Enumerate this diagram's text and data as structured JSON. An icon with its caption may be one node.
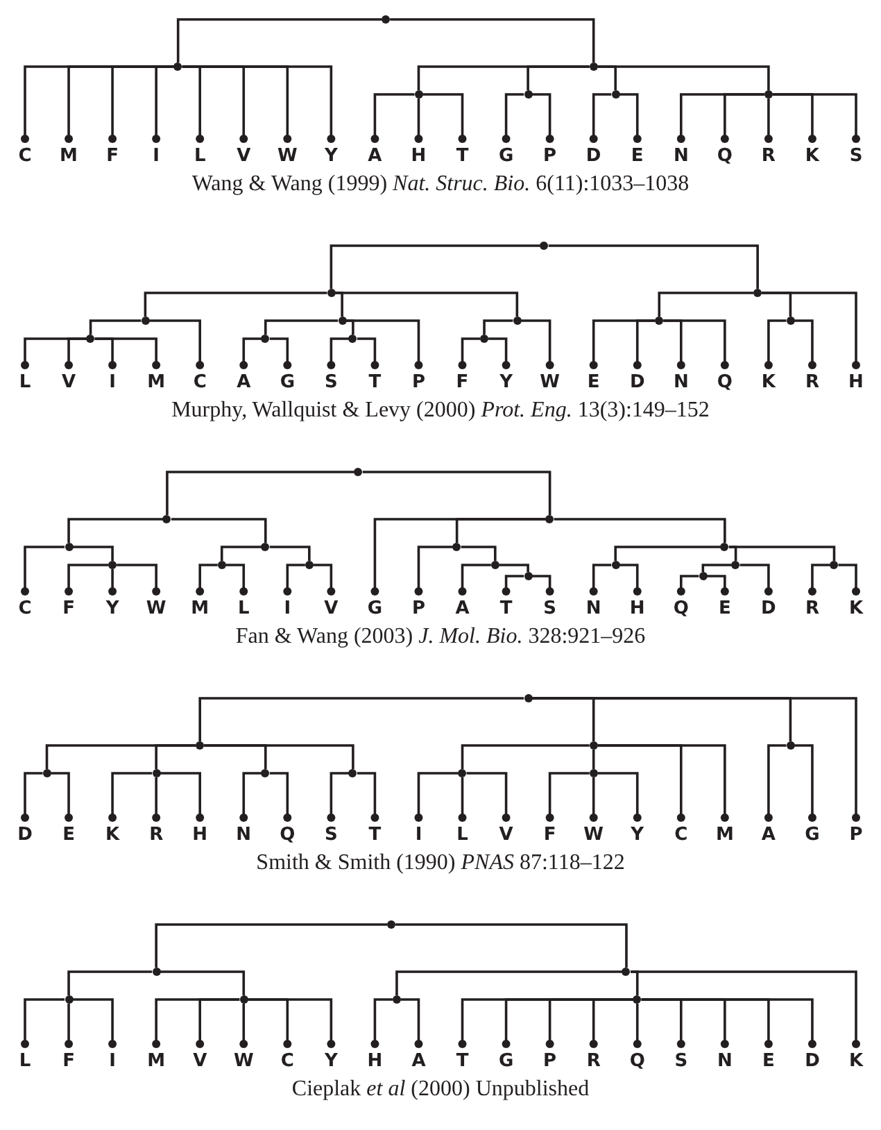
{
  "diagram": {
    "nodes": [
      {
        "text": [],
        "shape": "circle"
      },
      {
        "text": [],
        "shape": "circle"
      },
      {
        "text": [],
        "shape": "circle"
      },
      {
        "text": [],
        "shape": "circle"
      },
      {
        "text": [],
        "shape": "circle"
      },
      {
        "text": [],
        "shape": "circle"
      },
      {
        "text": [],
        "shape": "circle"
      },
      {
        "text": [
          "C"
        ]
      },
      {
        "text": [
          "M"
        ]
      },
      {
        "text": [
          "F"
        ]
      },
      {
        "text": [
          "I"
        ]
      },
      {
        "text": [
          "L"
        ]
      },
      {
        "text": [
          "V"
        ]
      },
      {
        "text": [
          "W"
        ]
      },
      {
        "text": [
          "Y"
        ]
      },
      {
        "text": [
          "A"
        ]
      },
      {
        "text": [
          "H"
        ]
      },
      {
        "text": [
          "T"
        ]
      },
      {
        "text": [
          "G"
        ]
      },
      {
        "text": [
          "P"
        ]
      },
      {
        "text": [
          "D"
        ]
      },
      {
        "text": [
          "E"
        ]
      },
      {
        "text": [
          "N"
        ]
      },
      {
        "text": [
          "Q"
        ]
      },
      {
        "text": [
          "R"
        ]
      },
      {
        "text": [
          "K"
        ]
      },
      {
        "text": [
          "S"
        ]
      },
      {
        "text": [],
        "shape": "circle"
      },
      {
        "text": [],
        "shape": "circle"
      },
      {
        "text": [],
        "shape": "circle"
      },
      {
        "text": [],
        "shape": "circle"
      },
      {
        "text": [],
        "shape": "circle"
      },
      {
        "text": [],
        "shape": "circle"
      },
      {
        "text": [],
        "shape": "circle"
      },
      {
        "text": [],
        "shape": "circle"
      },
      {
        "text": [],
        "shape": "circle"
      },
      {
        "text": [],
        "shape": "circle"
      },
      {
        "text": [],
        "shape": "circle"
      },
      {
        "text": [],
        "shape": "circle"
      },
      {
        "text": [
          "L"
        ]
      },
      {
        "text": [
          "V"
        ]
      },
      {
        "text": [
          "I"
        ]
      },
      {
        "text": [
          "M"
        ]
      },
      {
        "text": [
          "C"
        ]
      },
      {
        "text": [
          "A"
        ]
      },
      {
        "text": [
          "G"
        ]
      },
      {
        "text": [
          "S"
        ]
      },
      {
        "text": [
          "T"
        ]
      },
      {
        "text": [
          "P"
        ]
      },
      {
        "text": [
          "F"
        ]
      },
      {
        "text": [
          "Y"
        ]
      },
      {
        "text": [
          "W"
        ]
      },
      {
        "text": [
          "E"
        ]
      },
      {
        "text": [
          "D"
        ]
      },
      {
        "text": [
          "N"
        ]
      },
      {
        "text": [
          "Q"
        ]
      },
      {
        "text": [
          "K"
        ]
      },
      {
        "text": [
          "R"
        ]
      },
      {
        "text": [
          "H"
        ]
      },
      {
        "text": [],
        "shape": "circle"
      },
      {
        "text": [],
        "shape": "circle"
      },
      {
        "text": [],
        "shape": "circle"
      },
      {
        "text": [],
        "shape": "circle"
      },
      {
        "text": [],
        "shape": "circle"
      },
      {
        "text": [],
        "shape": "circle"
      },
      {
        "text": [],
        "shape": "circle"
      },
      {
        "text": [],
        "shape": "circle"
      },
      {
        "text": [],
        "shape": "circle"
      },
      {
        "text": [],
        "shape": "circle"
      },
      {
        "text": [],
        "shape": "circle"
      },
      {
        "text": [],
        "shape": "circle"
      },
      {
        "text": [],
        "shape": "circle"
      },
      {
        "text": [],
        "shape": "circle"
      },
      {
        "text": [],
        "shape": "circle"
      },
      {
        "text": [],
        "shape": "circle"
      },
      {
        "text": [
          "C"
        ]
      },
      {
        "text": [
          "F"
        ]
      },
      {
        "text": [
          "Y"
        ]
      },
      {
        "text": [
          "W"
        ]
      },
      {
        "text": [
          "M"
        ]
      },
      {
        "text": [
          "L"
        ]
      },
      {
        "text": [
          "I"
        ]
      },
      {
        "text": [
          "V"
        ]
      },
      {
        "text": [
          "G"
        ]
      },
      {
        "text": [
          "P"
        ]
      },
      {
        "text": [
          "A"
        ]
      },
      {
        "text": [
          "T"
        ]
      },
      {
        "text": [
          "S"
        ]
      },
      {
        "text": [
          "N"
        ]
      },
      {
        "text": [
          "H"
        ]
      },
      {
        "text": [
          "Q"
        ]
      },
      {
        "text": [
          "E"
        ]
      },
      {
        "text": [
          "D"
        ]
      },
      {
        "text": [
          "R"
        ]
      },
      {
        "text": [
          "K"
        ]
      },
      {
        "text": [],
        "shape": "circle"
      },
      {
        "text": [],
        "shape": "circle"
      },
      {
        "text": [],
        "shape": "circle"
      },
      {
        "text": [],
        "shape": "circle"
      },
      {
        "text": [],
        "shape": "circle"
      },
      {
        "text": [],
        "shape": "circle"
      },
      {
        "text": [],
        "shape": "circle"
      },
      {
        "text": [],
        "shape": "circle"
      },
      {
        "text": [],
        "shape": "circle"
      },
      {
        "text": [],
        "shape": "circle"
      },
      {
        "text": [
          "D"
        ]
      },
      {
        "text": [
          "E"
        ]
      },
      {
        "text": [
          "K"
        ]
      },
      {
        "text": [
          "R"
        ]
      },
      {
        "text": [
          "H"
        ]
      },
      {
        "text": [
          "N"
        ]
      },
      {
        "text": [
          "Q"
        ]
      },
      {
        "text": [
          "S"
        ]
      },
      {
        "text": [
          "T"
        ]
      },
      {
        "text": [
          "I"
        ]
      },
      {
        "text": [
          "L"
        ]
      },
      {
        "text": [
          "V"
        ]
      },
      {
        "text": [
          "F"
        ]
      },
      {
        "text": [
          "W"
        ]
      },
      {
        "text": [
          "Y"
        ]
      },
      {
        "text": [
          "C"
        ]
      },
      {
        "text": [
          "M"
        ]
      },
      {
        "text": [
          "A"
        ]
      },
      {
        "text": [
          "G"
        ]
      },
      {
        "text": [
          "P"
        ]
      },
      {
        "text": [],
        "shape": "circle"
      },
      {
        "text": [],
        "shape": "circle"
      },
      {
        "text": [],
        "shape": "circle"
      },
      {
        "text": [],
        "shape": "circle"
      },
      {
        "text": [],
        "shape": "circle"
      },
      {
        "text": [],
        "shape": "circle"
      },
      {
        "text": [],
        "shape": "circle"
      },
      {
        "text": [
          "L"
        ]
      },
      {
        "text": [
          "F"
        ]
      },
      {
        "text": [
          "I"
        ]
      },
      {
        "text": [
          "M"
        ]
      },
      {
        "text": [
          "V"
        ]
      },
      {
        "text": [
          "W"
        ]
      },
      {
        "text": [
          "C"
        ]
      },
      {
        "text": [
          "Y"
        ]
      },
      {
        "text": [
          "H"
        ]
      },
      {
        "text": [
          "A"
        ]
      },
      {
        "text": [
          "T"
        ]
      },
      {
        "text": [
          "G"
        ]
      },
      {
        "text": [
          "P"
        ]
      },
      {
        "text": [
          "R"
        ]
      },
      {
        "text": [
          "Q"
        ]
      },
      {
        "text": [
          "S"
        ]
      },
      {
        "text": [
          "N"
        ]
      },
      {
        "text": [
          "E"
        ]
      },
      {
        "text": [
          "D"
        ]
      },
      {
        "text": [
          "K"
        ]
      }
    ],
    "edges": [
      {
        "from": 0,
        "to": 1,
        "arrow": "none"
      },
      {
        "from": 0,
        "to": 2,
        "arrow": "none"
      },
      {
        "from": 1,
        "to": 7,
        "arrow": "other"
      },
      {
        "from": 1,
        "to": 8,
        "arrow": "other"
      },
      {
        "from": 1,
        "to": 9,
        "arrow": "other"
      },
      {
        "from": 1,
        "to": 10,
        "arrow": "other"
      },
      {
        "from": 1,
        "to": 11,
        "arrow": "other"
      },
      {
        "from": 1,
        "to": 12,
        "arrow": "other"
      },
      {
        "from": 1,
        "to": 13,
        "arrow": "other"
      },
      {
        "from": 1,
        "to": 14,
        "arrow": "other"
      },
      {
        "from": 2,
        "to": 3,
        "arrow": "none"
      },
      {
        "from": 2,
        "to": 4,
        "arrow": "none"
      },
      {
        "from": 2,
        "to": 5,
        "arrow": "none"
      },
      {
        "from": 2,
        "to": 6,
        "arrow": "none"
      },
      {
        "from": 3,
        "to": 15,
        "arrow": "other"
      },
      {
        "from": 3,
        "to": 16,
        "arrow": "other"
      },
      {
        "from": 3,
        "to": 17,
        "arrow": "other"
      },
      {
        "from": 4,
        "to": 18,
        "arrow": "other"
      },
      {
        "from": 4,
        "to": 19,
        "arrow": "other"
      },
      {
        "from": 5,
        "to": 20,
        "arrow": "other"
      },
      {
        "from": 5,
        "to": 21,
        "arrow": "other"
      },
      {
        "from": 6,
        "to": 22,
        "arrow": "other"
      },
      {
        "from": 6,
        "to": 23,
        "arrow": "other"
      },
      {
        "from": 6,
        "to": 24,
        "arrow": "other"
      },
      {
        "from": 6,
        "to": 25,
        "arrow": "other"
      },
      {
        "from": 6,
        "to": 26,
        "arrow": "other"
      },
      {
        "from": 27,
        "to": 28,
        "arrow": "none"
      },
      {
        "from": 27,
        "to": 29,
        "arrow": "none"
      },
      {
        "from": 28,
        "to": 30,
        "arrow": "none"
      },
      {
        "from": 28,
        "to": 31,
        "arrow": "none"
      },
      {
        "from": 28,
        "to": 32,
        "arrow": "none"
      },
      {
        "from": 29,
        "to": 33,
        "arrow": "none"
      },
      {
        "from": 29,
        "to": 34,
        "arrow": "none"
      },
      {
        "from": 29,
        "to": 58,
        "arrow": "other"
      },
      {
        "from": 30,
        "to": 35,
        "arrow": "none"
      },
      {
        "from": 30,
        "to": 43,
        "arrow": "other"
      },
      {
        "from": 31,
        "to": 36,
        "arrow": "none"
      },
      {
        "from": 31,
        "to": 37,
        "arrow": "none"
      },
      {
        "from": 31,
        "to": 48,
        "arrow": "other"
      },
      {
        "from": 32,
        "to": 38,
        "arrow": "none"
      },
      {
        "from": 32,
        "to": 51,
        "arrow": "other"
      },
      {
        "from": 33,
        "to": 52,
        "arrow": "other"
      },
      {
        "from": 33,
        "to": 53,
        "arrow": "other"
      },
      {
        "from": 33,
        "to": 54,
        "arrow": "other"
      },
      {
        "from": 33,
        "to": 55,
        "arrow": "other"
      },
      {
        "from": 34,
        "to": 56,
        "arrow": "other"
      },
      {
        "from": 34,
        "to": 57,
        "arrow": "other"
      },
      {
        "from": 35,
        "to": 39,
        "arrow": "other"
      },
      {
        "from": 35,
        "to": 40,
        "arrow": "other"
      },
      {
        "from": 35,
        "to": 41,
        "arrow": "other"
      },
      {
        "from": 35,
        "to": 42,
        "arrow": "other"
      },
      {
        "from": 36,
        "to": 44,
        "arrow": "other"
      },
      {
        "from": 36,
        "to": 45,
        "arrow": "other"
      },
      {
        "from": 37,
        "to": 46,
        "arrow": "other"
      },
      {
        "from": 37,
        "to": 47,
        "arrow": "other"
      },
      {
        "from": 38,
        "to": 49,
        "arrow": "other"
      },
      {
        "from": 38,
        "to": 50,
        "arrow": "other"
      },
      {
        "from": 59,
        "to": 60,
        "arrow": "none"
      },
      {
        "from": 59,
        "to": 61,
        "arrow": "none"
      },
      {
        "from": 60,
        "to": 62,
        "arrow": "none"
      },
      {
        "from": 60,
        "to": 63,
        "arrow": "none"
      },
      {
        "from": 61,
        "to": 83,
        "arrow": "other"
      },
      {
        "from": 61,
        "to": 64,
        "arrow": "none"
      },
      {
        "from": 61,
        "to": 65,
        "arrow": "none"
      },
      {
        "from": 62,
        "to": 75,
        "arrow": "other"
      },
      {
        "from": 62,
        "to": 66,
        "arrow": "none"
      },
      {
        "from": 63,
        "to": 67,
        "arrow": "none"
      },
      {
        "from": 63,
        "to": 68,
        "arrow": "none"
      },
      {
        "from": 64,
        "to": 84,
        "arrow": "other"
      },
      {
        "from": 64,
        "to": 69,
        "arrow": "none"
      },
      {
        "from": 65,
        "to": 70,
        "arrow": "none"
      },
      {
        "from": 65,
        "to": 71,
        "arrow": "none"
      },
      {
        "from": 65,
        "to": 72,
        "arrow": "none"
      },
      {
        "from": 66,
        "to": 76,
        "arrow": "other"
      },
      {
        "from": 66,
        "to": 77,
        "arrow": "other"
      },
      {
        "from": 66,
        "to": 78,
        "arrow": "other"
      },
      {
        "from": 67,
        "to": 79,
        "arrow": "other"
      },
      {
        "from": 67,
        "to": 80,
        "arrow": "other"
      },
      {
        "from": 68,
        "to": 81,
        "arrow": "other"
      },
      {
        "from": 68,
        "to": 82,
        "arrow": "other"
      },
      {
        "from": 69,
        "to": 85,
        "arrow": "other"
      },
      {
        "from": 69,
        "to": 73,
        "arrow": "none"
      },
      {
        "from": 70,
        "to": 88,
        "arrow": "other"
      },
      {
        "from": 70,
        "to": 89,
        "arrow": "other"
      },
      {
        "from": 71,
        "to": 74,
        "arrow": "none"
      },
      {
        "from": 71,
        "to": 92,
        "arrow": "other"
      },
      {
        "from": 72,
        "to": 93,
        "arrow": "other"
      },
      {
        "from": 72,
        "to": 94,
        "arrow": "other"
      },
      {
        "from": 73,
        "to": 86,
        "arrow": "other"
      },
      {
        "from": 73,
        "to": 87,
        "arrow": "other"
      },
      {
        "from": 74,
        "to": 90,
        "arrow": "other"
      },
      {
        "from": 74,
        "to": 91,
        "arrow": "other"
      },
      {
        "from": 95,
        "to": 96,
        "arrow": "none"
      },
      {
        "from": 95,
        "to": 97,
        "arrow": "none"
      },
      {
        "from": 95,
        "to": 98,
        "arrow": "none"
      },
      {
        "from": 95,
        "to": 124,
        "arrow": "other"
      },
      {
        "from": 96,
        "to": 99,
        "arrow": "none"
      },
      {
        "from": 96,
        "to": 100,
        "arrow": "none"
      },
      {
        "from": 96,
        "to": 101,
        "arrow": "none"
      },
      {
        "from": 96,
        "to": 102,
        "arrow": "none"
      },
      {
        "from": 97,
        "to": 103,
        "arrow": "none"
      },
      {
        "from": 97,
        "to": 104,
        "arrow": "none"
      },
      {
        "from": 97,
        "to": 120,
        "arrow": "other"
      },
      {
        "from": 97,
        "to": 121,
        "arrow": "other"
      },
      {
        "from": 98,
        "to": 122,
        "arrow": "other"
      },
      {
        "from": 98,
        "to": 123,
        "arrow": "other"
      },
      {
        "from": 99,
        "to": 105,
        "arrow": "other"
      },
      {
        "from": 99,
        "to": 106,
        "arrow": "other"
      },
      {
        "from": 100,
        "to": 107,
        "arrow": "other"
      },
      {
        "from": 100,
        "to": 108,
        "arrow": "other"
      },
      {
        "from": 100,
        "to": 109,
        "arrow": "other"
      },
      {
        "from": 101,
        "to": 110,
        "arrow": "other"
      },
      {
        "from": 101,
        "to": 111,
        "arrow": "other"
      },
      {
        "from": 102,
        "to": 112,
        "arrow": "other"
      },
      {
        "from": 102,
        "to": 113,
        "arrow": "other"
      },
      {
        "from": 103,
        "to": 114,
        "arrow": "other"
      },
      {
        "from": 103,
        "to": 115,
        "arrow": "other"
      },
      {
        "from": 103,
        "to": 116,
        "arrow": "other"
      },
      {
        "from": 104,
        "to": 117,
        "arrow": "other"
      },
      {
        "from": 104,
        "to": 118,
        "arrow": "other"
      },
      {
        "from": 104,
        "to": 119,
        "arrow": "other"
      },
      {
        "from": 125,
        "to": 126,
        "arrow": "none"
      },
      {
        "from": 125,
        "to": 127,
        "arrow": "none"
      },
      {
        "from": 126,
        "to": 128,
        "arrow": "none"
      },
      {
        "from": 126,
        "to": 129,
        "arrow": "none"
      },
      {
        "from": 127,
        "to": 130,
        "arrow": "none"
      },
      {
        "from": 127,
        "to": 131,
        "arrow": "none"
      },
      {
        "from": 127,
        "to": 151,
        "arrow": "other"
      },
      {
        "from": 128,
        "to": 132,
        "arrow": "other"
      },
      {
        "from": 128,
        "to": 133,
        "arrow": "other"
      },
      {
        "from": 128,
        "to": 134,
        "arrow": "other"
      },
      {
        "from": 129,
        "to": 135,
        "arrow": "other"
      },
      {
        "from": 129,
        "to": 136,
        "arrow": "other"
      },
      {
        "from": 129,
        "to": 137,
        "arrow": "other"
      },
      {
        "from": 129,
        "to": 138,
        "arrow": "other"
      },
      {
        "from": 129,
        "to": 139,
        "arrow": "other"
      },
      {
        "from": 130,
        "to": 140,
        "arrow": "other"
      },
      {
        "from": 130,
        "to": 141,
        "arrow": "other"
      },
      {
        "from": 131,
        "to": 142,
        "arrow": "other"
      },
      {
        "from": 131,
        "to": 143,
        "arrow": "other"
      },
      {
        "from": 131,
        "to": 144,
        "arrow": "other"
      },
      {
        "from": 131,
        "to": 145,
        "arrow": "other"
      },
      {
        "from": 131,
        "to": 146,
        "arrow": "other"
      },
      {
        "from": 131,
        "to": 147,
        "arrow": "other"
      },
      {
        "from": 131,
        "to": 148,
        "arrow": "other"
      },
      {
        "from": 131,
        "to": 149,
        "arrow": "other"
      },
      {
        "from": 131,
        "to": 150,
        "arrow": "other"
      }
    ],
    "labels": [
      "Wang & Wang (1999) *Nat. Struc. Bio.* 6(11):1033–1038",
      "Murphy, Wallquist & Levy (2000) *Prot. Eng.* 13(3):149–152",
      "Fan & Wang (2003) *J. Mol. Bio.* 328:921–926",
      "Smith & Smith (1990) *PNAS* 87:118–122",
      "Cieplak *et al* (2000) Unpublished"
    ]
  }
}
